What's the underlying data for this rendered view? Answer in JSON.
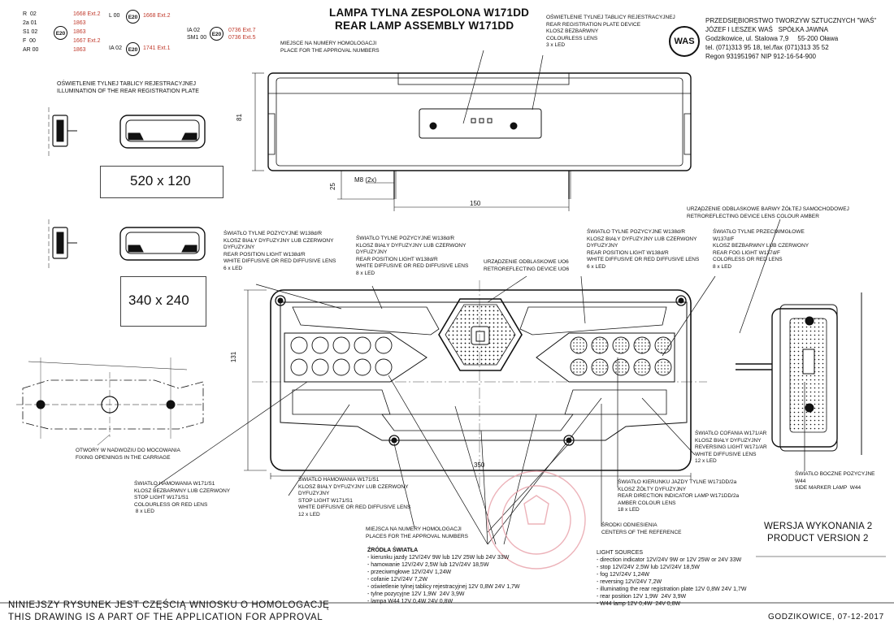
{
  "header": {
    "title_pl": "LAMPA TYLNA ZESPOLONA W171DD",
    "title_en": "REAR LAMP ASSEMBLY W171DD"
  },
  "approvals": {
    "codes": [
      "R  02",
      "2a 01",
      "S1 02",
      "F  00",
      "AR 00"
    ],
    "numbers_left": [
      "1668 Ext.2",
      "1863",
      "1863",
      "1667 Ext.2",
      "1863"
    ],
    "l_code": "L 00",
    "l_number": "1668 Ext.2",
    "ia_codes": [
      "IA 02",
      "SM1 00"
    ],
    "ia_numbers": [
      "0736 Ext.7",
      "0736 Ext.5"
    ],
    "ia2_code": "IA 02",
    "ia2_number": "1741 Ext.1",
    "emblem": "E20"
  },
  "company": {
    "line1": "PRZEDSIĘBIORSTWO TWORZYW SZTUCZNYCH \"WAŚ\"",
    "line2": "JÓZEF I LESZEK WAŚ   SPÓŁKA JAWNA",
    "line3": "Godzikowice, ul. Stalowa 7,9     55-200 Oława",
    "line4": "tel. (071)313 95 18, tel./fax (071)313 35 52",
    "line5": "Regon 931951967 NIP 912-16-54-900",
    "logo": "WAS"
  },
  "labels": {
    "approval_place_top": "MIEJSCE NA NUMERY HOMOLOGACJI\nPLACE FOR THE APPROVAL NUMBERS",
    "plate_device": "OŚWIETLENIE TYLNEJ TABLICY REJESTRACYJNEJ\nREAR REGISTRATION PLATE DEVICE\nKLOSZ BEZBARWNY\nCOLOURLESS LENS\n3 x LED",
    "plate_illumination": "OŚWIETLENIE TYLNEJ TABLICY REJESTRACYJNEJ\nILLUMINATION OF THE REAR REGISTRATION PLATE",
    "size1": "520 x 120",
    "size2": "340 x 240",
    "retro_amber": "URZĄDZENIE ODBLASKOWE BARWY ŻÓŁTEJ SAMOCHODOWEJ\nRETROREFLECTING DEVICE LENS COLOUR AMBER",
    "pos_left": "ŚWIATŁO TYLNE POZYCYJNE W138d/R\nKLOSZ BIAŁY DYFUZYJNY LUB CZERWONY\nDYFUZYJNY\nREAR POSITION LIGHT W138d/R\nWHITE DIFFUSIVE OR RED DIFFUSIVE LENS\n6 x LED",
    "pos_mid": "ŚWIATŁO TYLNE POZYCYJNE W138d/R\nKLOSZ BIAŁY DYFUZYJNY LUB CZERWONY\nDYFUZYJNY\nREAR POSITION LIGHT W138d/R\nWHITE DIFFUSIVE OR RED DIFFUSIVE LENS\n8 x LED",
    "retro_center": "URZĄDZENIE ODBLASKOWE UO6\nRETROREFLECTING DEVICE UO6",
    "pos_right": "ŚWIATŁO TYLNE POZYCYJNE W138d/R\nKLOSZ BIAŁY DYFUZYJNY LUB CZERWONY\nDYFUZYJNY\nREAR POSITION LIGHT W138d/R\nWHITE DIFFUSIVE OR RED DIFFUSIVE LENS\n6 x LED",
    "fog": "ŚWIATŁO TYLNE PRZECIWMGŁOWE\nW137d/F\nKLOSZ BEZBARWNY LUB CZERWONY\nREAR FOG LIGHT W137d/F\nCOLORLESS OR RED LENS\n8 x LED",
    "mount_holes": "OTWORY W NADWOZIU DO MOCOWANIA\nFIXING OPENINGS IN THE CARRIAGE",
    "stop_left": "ŚWIATŁO HAMOWANIA W171/S1\nKLOSZ BEZBARWNY LUB CZERWONY\nSTOP LIGHT W171/S1\nCOLOURLESS OR RED LENS\n 8 x LED",
    "stop_mid": "ŚWIATŁO HAMOWANIA W171/S1\nKLOSZ BIAŁY DYFUZYJNY LUB CZERWONY\nDYFUZYJNY\nSTOP LIGHT W171/S1\nWHITE DIFFUSIVE OR RED DIFFUSIVE LENS\n12 x LED",
    "reversing": "ŚWIATŁO COFANIA W171/AR\nKLOSZ BIAŁY DYFUZYJNY\nREVERSING LIGHT W171/AR\nWHITE DIFFUSIVE LENS\n12 x LED",
    "direction": "ŚWIATŁO KIERUNKU JAZDY TYLNE W171DD/2a\nKLOSZ ŻÓŁTY DYFUZYJNY\nREAR DIRECTION INDICATOR LAMP W171DD/2a\nAMBER COLOUR LENS\n18 x LED",
    "side_marker": "ŚWIATŁO BOCZNE POZYCYJNE\nW44\nSIDE MARKER LAMP  W44",
    "approval_place_bottom": "MIEJSCA NA NUMERY HOMOLOGACJI\nPLACES FOR THE APPROVAL NUMBERS",
    "reference_centers": "ŚRODKI ODNIESIENIA\nCENTERS OF THE REFERENCE",
    "version_pl": "WERSJA WYKONANIA 2",
    "version_en": "PRODUCT VERSION 2"
  },
  "dimensions": {
    "d81": "81",
    "m8": "M8 (2x)",
    "d25": "25",
    "d150": "150",
    "d131": "131",
    "d350": "350"
  },
  "sources_pl": {
    "heading": "ŹRÓDŁA ŚWIATŁA",
    "items": [
      "- kierunku jazdy 12V/24V 9W lub 12V 25W lub 24V 33W",
      "- hamowanie 12V/24V 2,5W lub 12V/24V 18,5W",
      "- przeciwmgłowe 12V/24V 1,24W",
      "- cofanie 12V/24V 7,2W",
      "- oświetlenie tylnej tablicy rejestracyjnej 12V 0,8W 24V 1,7W",
      "- tylne pozycyjne 12V 1,9W  24V 3,9W",
      "- lampa W44 12V 0,4W 24V 0,8W"
    ]
  },
  "sources_en": {
    "heading": "LIGHT SOURCES",
    "items": [
      "- direction indicator 12V/24V 9W or 12V 25W or 24V 33W",
      "- stop 12V/24V 2,5W lub 12V/24V 18,5W",
      "- fog 12V/24V 1,24W",
      "- reversing 12V/24V 7,2W",
      "- illuminating the rear registration plate 12V 0,8W 24V 1,7W",
      "- rear position 12V 1,9W  24V 3,9W",
      "- W44 lamp 12V 0,4W  24V 0,8W"
    ]
  },
  "footer": {
    "line_pl": "NINIEJSZY RYSUNEK JEST CZĘŚCIĄ  WNIOSKU O  HOMOLOGACJĘ",
    "line_en": "THIS DRAWING IS A PART OF THE APPLICATION FOR  APPROVAL",
    "place_date": "GODZIKOWICE,  07-12-2017"
  },
  "colors": {
    "ink": "#111111",
    "approval_red": "#c0392b",
    "stamp_pink": "#e8a0a8"
  }
}
